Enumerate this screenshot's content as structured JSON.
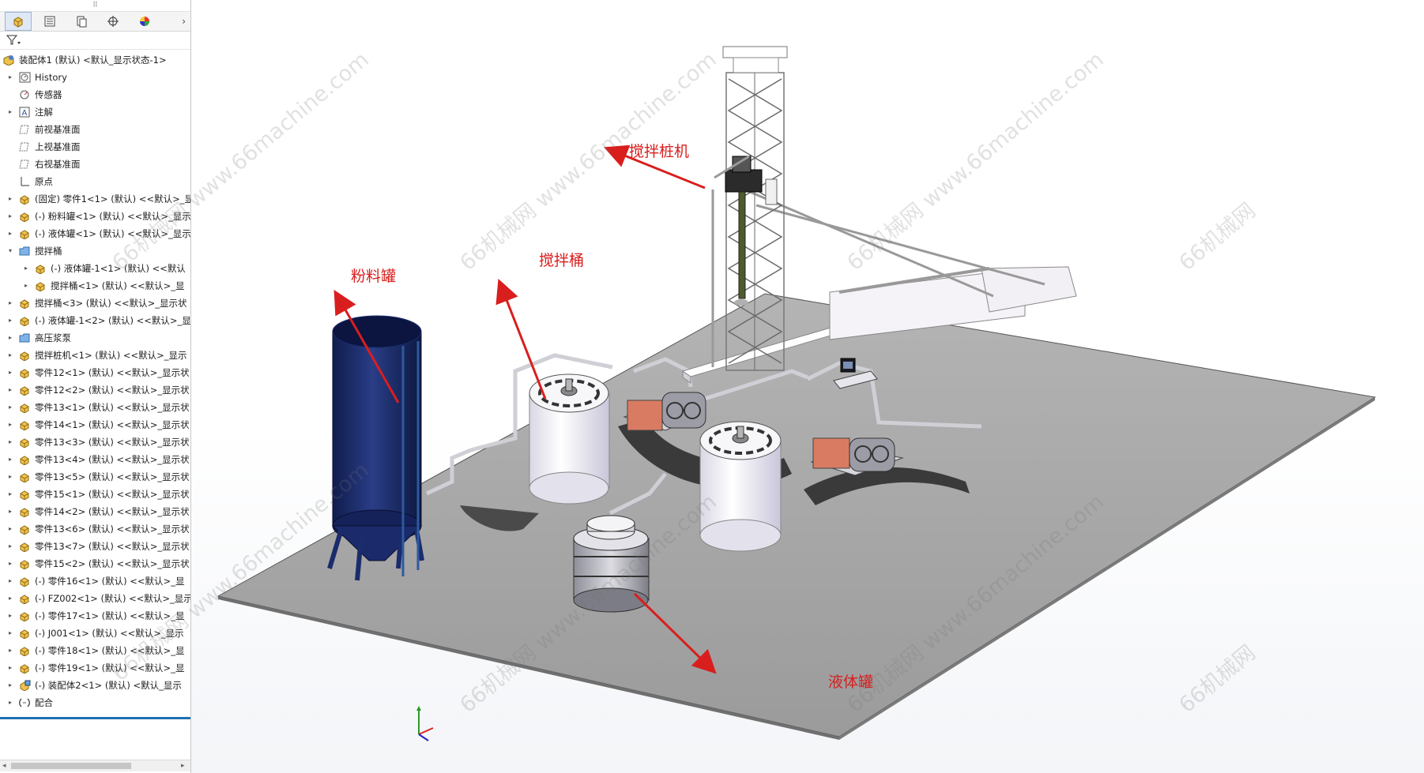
{
  "panel": {
    "tabs": [
      {
        "name": "tab-feature-manager",
        "icon": "feature-tree-icon"
      },
      {
        "name": "tab-property-manager",
        "icon": "property-list-icon"
      },
      {
        "name": "tab-configuration-manager",
        "icon": "configuration-icon"
      },
      {
        "name": "tab-dimxpert",
        "icon": "crosshair-icon"
      },
      {
        "name": "tab-display-manager",
        "icon": "color-wheel-icon"
      }
    ],
    "more": "›",
    "tree": [
      {
        "label": "装配体1 (默认) <默认_显示状态-1>",
        "icon": "assembly-icon",
        "level": 0,
        "arrow": ""
      },
      {
        "label": "History",
        "icon": "history-icon",
        "level": 1,
        "arrow": "▸"
      },
      {
        "label": "传感器",
        "icon": "sensor-icon",
        "level": 1,
        "arrow": ""
      },
      {
        "label": "注解",
        "icon": "annotation-icon",
        "level": 1,
        "arrow": "▸"
      },
      {
        "label": "前视基准面",
        "icon": "plane-icon",
        "level": 1,
        "arrow": ""
      },
      {
        "label": "上视基准面",
        "icon": "plane-icon",
        "level": 1,
        "arrow": ""
      },
      {
        "label": "右视基准面",
        "icon": "plane-icon",
        "level": 1,
        "arrow": ""
      },
      {
        "label": "原点",
        "icon": "origin-icon",
        "level": 1,
        "arrow": ""
      },
      {
        "label": "(固定) 零件1<1> (默认) <<默认>_显",
        "icon": "part-icon",
        "level": 1,
        "arrow": "▸"
      },
      {
        "label": "(-) 粉料罐<1> (默认) <<默认>_显示",
        "icon": "part-icon",
        "level": 1,
        "arrow": "▸"
      },
      {
        "label": "(-) 液体罐<1> (默认) <<默认>_显示",
        "icon": "part-icon",
        "level": 1,
        "arrow": "▸"
      },
      {
        "label": "搅拌桶",
        "icon": "folder-icon",
        "level": 1,
        "arrow": "▾"
      },
      {
        "label": "(-) 液体罐-1<1> (默认) <<默认",
        "icon": "part-icon",
        "level": 2,
        "arrow": "▸"
      },
      {
        "label": "搅拌桶<1> (默认) <<默认>_显",
        "icon": "part-icon",
        "level": 2,
        "arrow": "▸"
      },
      {
        "label": "搅拌桶<3> (默认) <<默认>_显示状",
        "icon": "part-icon",
        "level": 1,
        "arrow": "▸"
      },
      {
        "label": "(-) 液体罐-1<2> (默认) <<默认>_显",
        "icon": "part-icon",
        "level": 1,
        "arrow": "▸"
      },
      {
        "label": "高压浆泵",
        "icon": "folder-icon",
        "level": 1,
        "arrow": "▸"
      },
      {
        "label": "搅拌桩机<1> (默认) <<默认>_显示",
        "icon": "part-icon",
        "level": 1,
        "arrow": "▸"
      },
      {
        "label": "零件12<1> (默认) <<默认>_显示状",
        "icon": "part-icon",
        "level": 1,
        "arrow": "▸"
      },
      {
        "label": "零件12<2> (默认) <<默认>_显示状",
        "icon": "part-icon",
        "level": 1,
        "arrow": "▸"
      },
      {
        "label": "零件13<1> (默认) <<默认>_显示状",
        "icon": "part-icon",
        "level": 1,
        "arrow": "▸"
      },
      {
        "label": "零件14<1> (默认) <<默认>_显示状",
        "icon": "part-icon",
        "level": 1,
        "arrow": "▸"
      },
      {
        "label": "零件13<3> (默认) <<默认>_显示状",
        "icon": "part-icon",
        "level": 1,
        "arrow": "▸"
      },
      {
        "label": "零件13<4> (默认) <<默认>_显示状",
        "icon": "part-icon",
        "level": 1,
        "arrow": "▸"
      },
      {
        "label": "零件13<5> (默认) <<默认>_显示状",
        "icon": "part-icon",
        "level": 1,
        "arrow": "▸"
      },
      {
        "label": "零件15<1> (默认) <<默认>_显示状",
        "icon": "part-icon",
        "level": 1,
        "arrow": "▸"
      },
      {
        "label": "零件14<2> (默认) <<默认>_显示状",
        "icon": "part-icon",
        "level": 1,
        "arrow": "▸"
      },
      {
        "label": "零件13<6> (默认) <<默认>_显示状",
        "icon": "part-icon",
        "level": 1,
        "arrow": "▸"
      },
      {
        "label": "零件13<7> (默认) <<默认>_显示状",
        "icon": "part-icon",
        "level": 1,
        "arrow": "▸"
      },
      {
        "label": "零件15<2> (默认) <<默认>_显示状",
        "icon": "part-icon",
        "level": 1,
        "arrow": "▸"
      },
      {
        "label": "(-) 零件16<1> (默认) <<默认>_显",
        "icon": "part-icon",
        "level": 1,
        "arrow": "▸"
      },
      {
        "label": "(-) FZ002<1> (默认) <<默认>_显示",
        "icon": "part-icon",
        "level": 1,
        "arrow": "▸"
      },
      {
        "label": "(-) 零件17<1> (默认) <<默认>_显",
        "icon": "part-icon",
        "level": 1,
        "arrow": "▸"
      },
      {
        "label": "(-) J001<1> (默认) <<默认>_显示",
        "icon": "part-icon",
        "level": 1,
        "arrow": "▸"
      },
      {
        "label": "(-) 零件18<1> (默认) <<默认>_显",
        "icon": "part-icon",
        "level": 1,
        "arrow": "▸"
      },
      {
        "label": "(-) 零件19<1> (默认) <<默认>_显",
        "icon": "part-icon",
        "level": 1,
        "arrow": "▸"
      },
      {
        "label": "(-) 装配体2<1> (默认) <默认_显示",
        "icon": "subassembly-icon",
        "level": 1,
        "arrow": "▸"
      },
      {
        "label": "配合",
        "icon": "mates-icon",
        "level": 1,
        "arrow": "▸"
      }
    ]
  },
  "viewport": {
    "callouts": {
      "mixer_pile_machine": "搅拌桩机",
      "powder_tank": "粉料罐",
      "mixing_bucket": "搅拌桶",
      "liquid_tank": "液体罐"
    },
    "watermark_url": "www.66machine.com",
    "watermark_brand": "66机械网",
    "colors": {
      "callout": "#d91e1e",
      "floor": "#a3a3a3",
      "powder_tank": "#1d2d6b",
      "tank_white": "#ecebf3",
      "pump": "#d97b62"
    }
  }
}
